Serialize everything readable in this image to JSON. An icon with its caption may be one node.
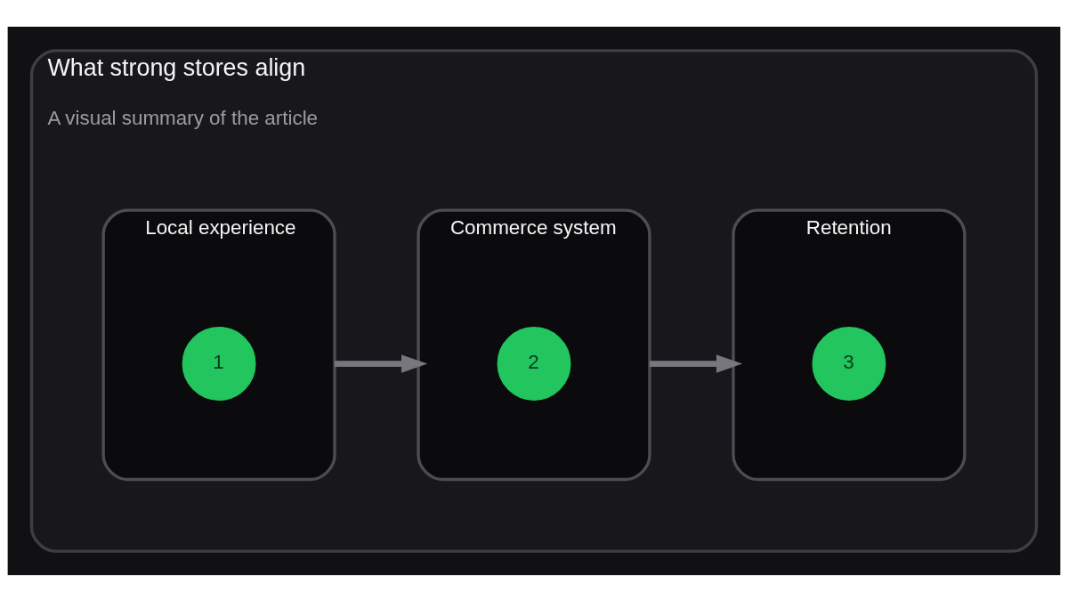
{
  "diagram": {
    "nodes": [
      {
        "text": [
          "What strong stores align",
          "A visual summary of the article"
        ]
      },
      {
        "text": [
          "Local experience"
        ],
        "in": 0
      },
      {
        "text": [
          "1"
        ],
        "in": 1
      },
      {
        "text": [
          "Commerce system"
        ],
        "in": 0
      },
      {
        "text": [
          "2"
        ],
        "in": 3
      },
      {
        "text": [
          "Retention"
        ],
        "in": 0
      },
      {
        "text": [
          "3"
        ],
        "in": 5
      }
    ],
    "edges": [
      {
        "from": 1,
        "to": 3,
        "arrow": "to"
      },
      {
        "from": 3,
        "to": 5,
        "arrow": "to"
      }
    ]
  }
}
